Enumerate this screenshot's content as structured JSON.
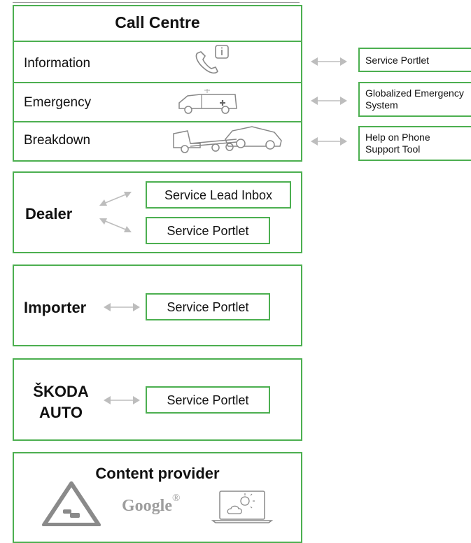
{
  "call_centre": {
    "title": "Call Centre",
    "rows": [
      {
        "label": "Information",
        "target": "Service Portlet",
        "icon": "phone-info-icon"
      },
      {
        "label": "Emergency",
        "target": "Globalized Emergency System",
        "icon": "ambulance-icon"
      },
      {
        "label": "Breakdown",
        "target": "Help on Phone Support Tool",
        "icon": "tow-truck-icon"
      }
    ]
  },
  "dealer": {
    "title": "Dealer",
    "targets": [
      "Service Lead Inbox",
      "Service Portlet"
    ]
  },
  "importer": {
    "title": "Importer",
    "target": "Service Portlet"
  },
  "skoda": {
    "title_line1": "ŠKODA",
    "title_line2": "AUTO",
    "target": "Service Portlet"
  },
  "content_provider": {
    "title": "Content provider",
    "google": "Google",
    "registered": "®",
    "icons": [
      "traffic-warning-icon",
      "google-logo",
      "weather-laptop-icon"
    ]
  },
  "colors": {
    "accent": "#4caf50",
    "arrow": "#bdbdbd"
  }
}
